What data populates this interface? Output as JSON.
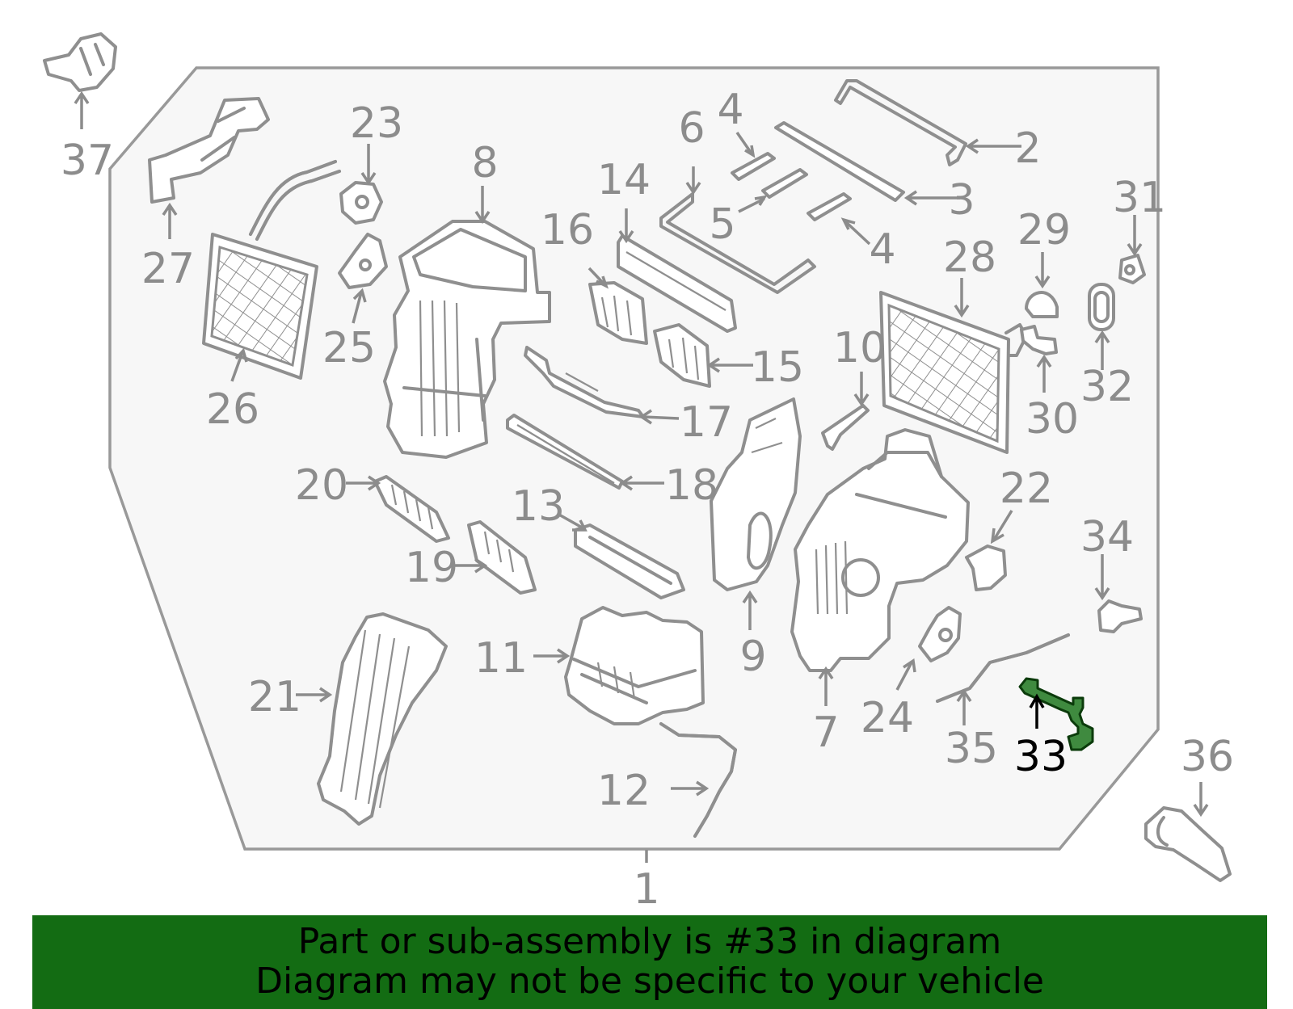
{
  "diagram": {
    "callouts": {
      "c1": "1",
      "c2": "2",
      "c3": "3",
      "c4a": "4",
      "c4b": "4",
      "c5": "5",
      "c6": "6",
      "c7": "7",
      "c8": "8",
      "c9": "9",
      "c10": "10",
      "c11": "11",
      "c12": "12",
      "c13": "13",
      "c14": "14",
      "c15": "15",
      "c16": "16",
      "c17": "17",
      "c18": "18",
      "c19": "19",
      "c20": "20",
      "c21": "21",
      "c22": "22",
      "c23": "23",
      "c24": "24",
      "c25": "25",
      "c26": "26",
      "c27": "27",
      "c28": "28",
      "c29": "29",
      "c30": "30",
      "c31": "31",
      "c32": "32",
      "c33": "33",
      "c34": "34",
      "c35": "35",
      "c36": "36",
      "c37": "37"
    },
    "highlighted_part": "33",
    "highlight_color": "#3f8a3f",
    "label_color": "#8c8c8c"
  },
  "banner": {
    "line1": "Part or sub-assembly is #33 in diagram",
    "line2": "Diagram may not be specific to your vehicle",
    "background": "#136c13"
  }
}
